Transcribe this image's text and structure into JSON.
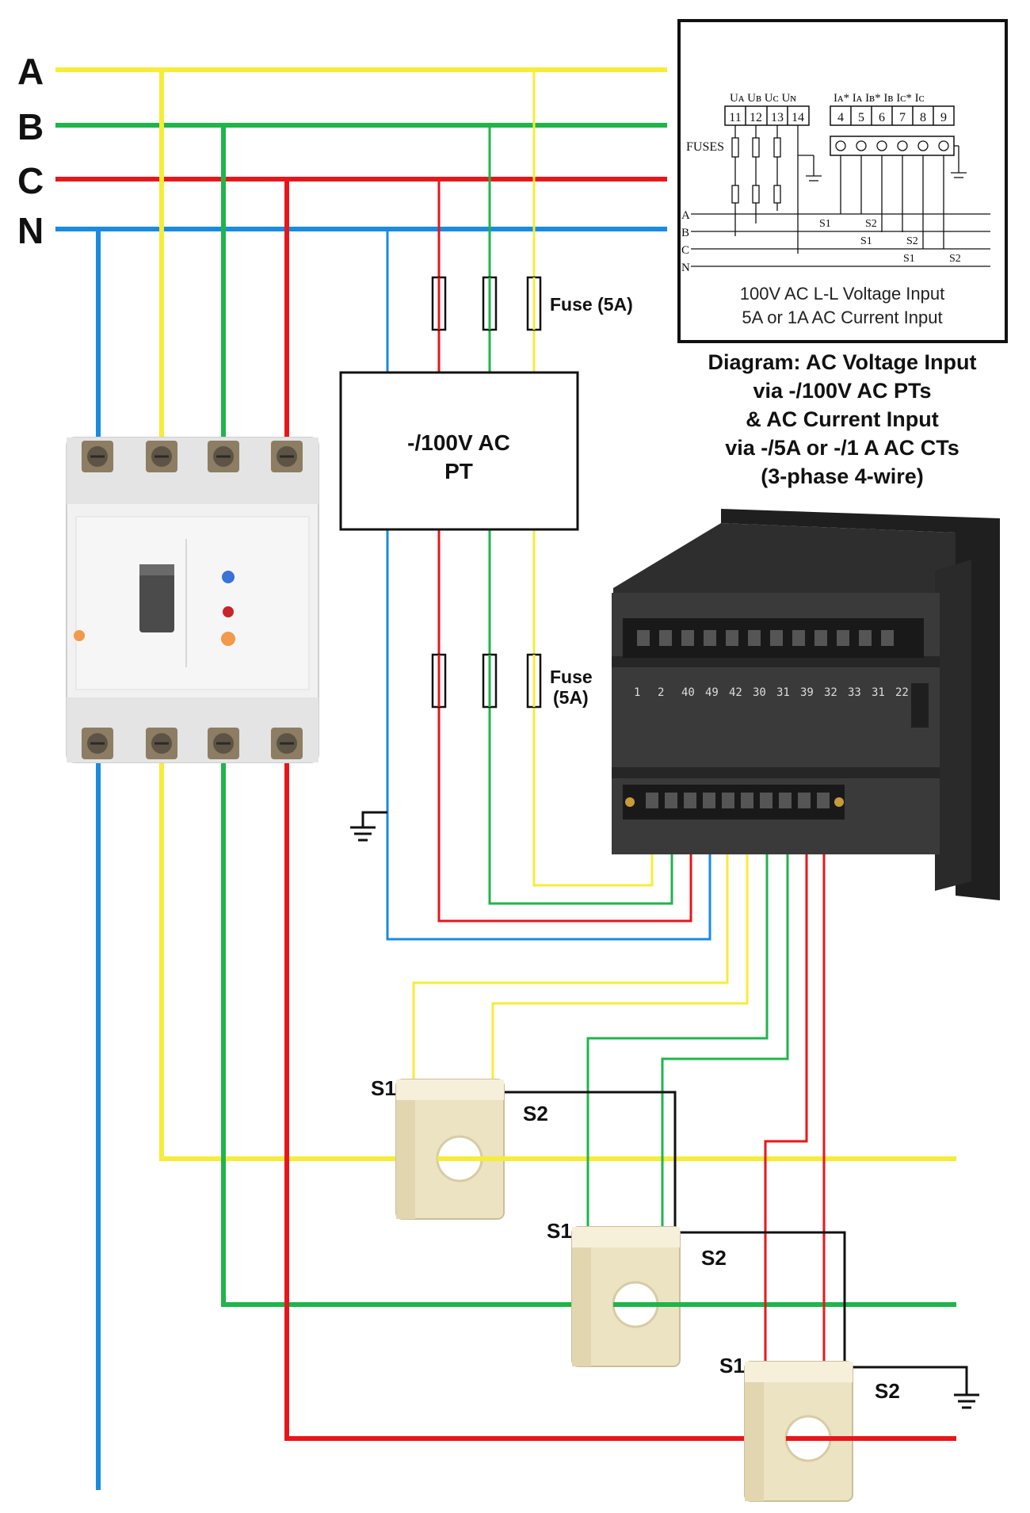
{
  "buses": {
    "a": "A",
    "b": "B",
    "c": "C",
    "n": "N"
  },
  "fuse_top": "Fuse (5A)",
  "fuse_mid_line1": "Fuse",
  "fuse_mid_line2": "(5A)",
  "pt_box": {
    "line1": "-/100V AC",
    "line2": "PT"
  },
  "caption": {
    "line1": "Diagram: AC Voltage Input",
    "line2": "via -/100V AC PTs",
    "line3": "& AC Current Input",
    "line4": "via -/5A or -/1 A AC CTs",
    "line5": "(3-phase 4-wire)"
  },
  "inset": {
    "voltage_terminals_label": "Uᴀ Uʙ Uᴄ Uɴ",
    "current_terminals_label": "Iᴀ* Iᴀ Iʙ* Iʙ Iᴄ* Iᴄ",
    "voltage_terminal_numbers": [
      "11",
      "12",
      "13",
      "14"
    ],
    "current_terminal_numbers": [
      "4",
      "5",
      "6",
      "7",
      "8",
      "9"
    ],
    "fuses_label": "FUSES",
    "phase_labels": [
      "A",
      "B",
      "C",
      "N"
    ],
    "ct_labels": [
      "S1",
      "S2",
      "S1",
      "S2",
      "S1",
      "S2"
    ],
    "note_line1": "100V AC L-L Voltage Input",
    "note_line2": "5A or 1A AC Current Input"
  },
  "ct_labels": {
    "ct1_s1": "S1",
    "ct1_s2": "S2",
    "ct2_s1": "S1",
    "ct2_s2": "S2",
    "ct3_s1": "S1",
    "ct3_s2": "S2"
  },
  "meter_terminal_numbers": [
    "1",
    "2",
    "40",
    "49",
    "42",
    "30",
    "31",
    "39",
    "32",
    "33",
    "31",
    "22"
  ],
  "colors": {
    "phase_a": "#f6ec3a",
    "phase_b": "#1fb54b",
    "phase_c": "#e8161b",
    "neutral": "#1a8be0",
    "ground_wire": "#111111",
    "ct_body": "#ece3c2",
    "meter_body": "#3a3a3a",
    "breaker_body": "#f1f1f1"
  }
}
